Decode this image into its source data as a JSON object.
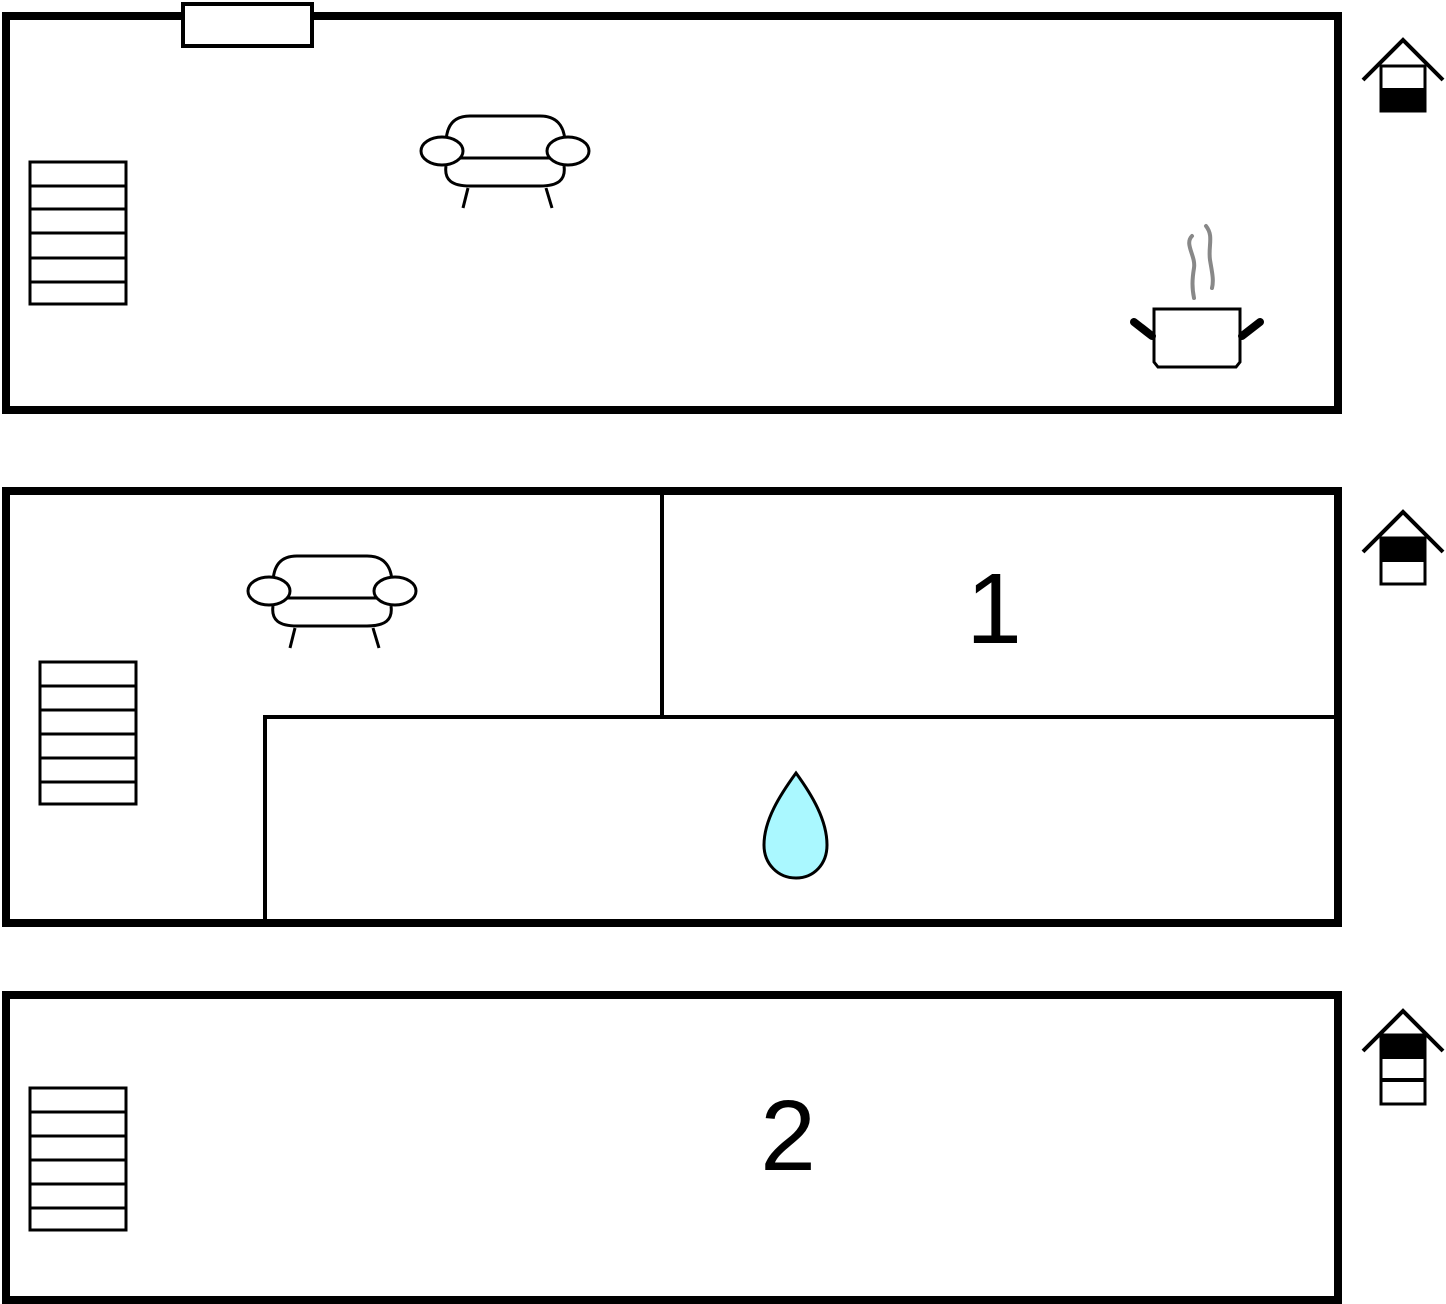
{
  "floors": [
    {
      "name": "Ground floor",
      "level_indicator": "floor-indicator-ground",
      "rooms": [
        {
          "type": "living-room",
          "icon": "sofa-icon"
        },
        {
          "type": "kitchen",
          "icon": "cooking-pot-icon"
        }
      ],
      "features": [
        "stairs",
        "window"
      ]
    },
    {
      "name": "First floor",
      "level_indicator": "floor-indicator-first",
      "rooms": [
        {
          "type": "living-room",
          "icon": "sofa-icon"
        },
        {
          "type": "bedroom",
          "label": "1"
        },
        {
          "type": "bathroom",
          "icon": "water-drop-icon"
        }
      ],
      "features": [
        "stairs"
      ]
    },
    {
      "name": "Second floor",
      "level_indicator": "floor-indicator-second",
      "rooms": [
        {
          "type": "bedroom",
          "label": "2"
        }
      ],
      "features": [
        "stairs"
      ]
    }
  ],
  "colors": {
    "wall": "#000000",
    "steam": "#888888",
    "water_drop": "#aaf8ff",
    "background": "#ffffff"
  }
}
